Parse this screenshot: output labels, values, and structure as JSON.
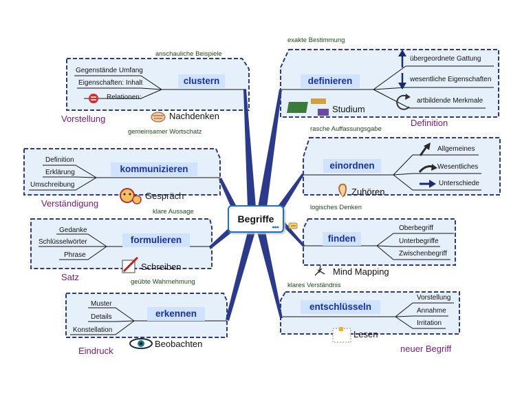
{
  "center": {
    "title": "Begriffe"
  },
  "branches": {
    "clustern": {
      "title": "clustern",
      "children": [
        "Gegenstände Umfang",
        "Eigenschaften: Inhalt",
        "Relationen:"
      ],
      "association": "Nachdenken",
      "annotation_top": "anschauliche Beispiele",
      "annotation_bottom": "gemeinsamer Wortschatz",
      "label": "Vorstellung"
    },
    "kommunizieren": {
      "title": "kommunizieren",
      "children": [
        "Definition",
        "Erklärung",
        "Umschreibung"
      ],
      "association": "Gespräch",
      "annotation_bottom": "klare Aussage",
      "label": "Verständigung"
    },
    "formulieren": {
      "title": "formulieren",
      "children": [
        "Gedanke",
        "Schlüsselwörter",
        "Phrase"
      ],
      "association": "Schreiben",
      "annotation_bottom": "geübte Wahrnehmung",
      "label": "Satz"
    },
    "erkennen": {
      "title": "erkennen",
      "children": [
        "Muster",
        "Details",
        "Konstellation"
      ],
      "association": "Beobachten",
      "label": "Eindruck"
    },
    "definieren": {
      "title": "definieren",
      "children": [
        "übergeordnete Gattung",
        "wesentliche Eigenschaften",
        "artbildende Merkmale"
      ],
      "association": "Studium",
      "annotation_top": "exakte Bestimmung",
      "annotation_bottom": "rasche Auffassungsgabe",
      "label": "Definition"
    },
    "einordnen": {
      "title": "einordnen",
      "children": [
        "Allgemeines",
        "Wesentliches",
        "Unterschiede"
      ],
      "association": "Zuhören",
      "annotation_bottom": "logisches Denken"
    },
    "finden": {
      "title": "finden",
      "children": [
        "Oberbegriff",
        "Unterbegriffe",
        "Zwischenbegriff"
      ],
      "association": "Mind Mapping"
    },
    "entschluesseln": {
      "title": "entschlüsseln",
      "children": [
        "Vorstellung",
        "Annahme",
        "Irritation"
      ],
      "association": "Lesen",
      "annotation_top": "klares Verständnis",
      "label": "neuer Begriff"
    }
  },
  "colors": {
    "trunk": "#2c3a8a",
    "box_fill": "#e6f0fb",
    "box_border": "#2c3a8a",
    "title_fill": "#cfe3ff",
    "title_text": "#1a2fa0",
    "label_text": "#7a1a7a",
    "annotation_text": "#1b4a1b"
  },
  "icons": [
    "hands-icon",
    "books-icon",
    "faces-icon",
    "ear-icon",
    "pen-icon",
    "map-icon",
    "eye-icon",
    "book-icon",
    "up-arrow-icon",
    "down-arrow-icon",
    "circle-arrow-icon",
    "relation-icon",
    "note-icon"
  ]
}
